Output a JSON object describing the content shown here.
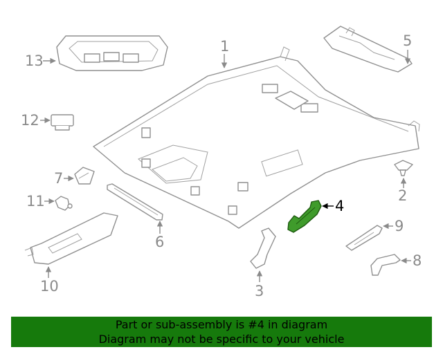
{
  "diagram": {
    "highlighted_part": "4",
    "highlight_color": "#3f9b2b",
    "callouts": [
      "1",
      "2",
      "3",
      "4",
      "5",
      "6",
      "7",
      "8",
      "9",
      "10",
      "11",
      "12",
      "13"
    ]
  },
  "banner": {
    "line1": "Part or sub-assembly is #4 in diagram",
    "line2": "Diagram may not be specific to your vehicle",
    "background": "#167a0c"
  }
}
